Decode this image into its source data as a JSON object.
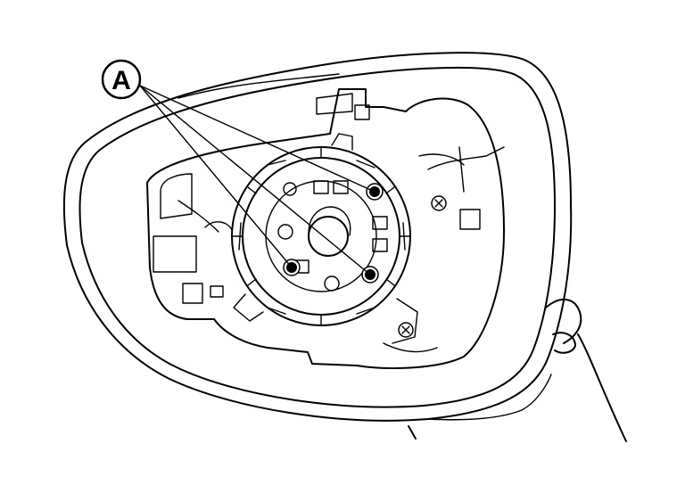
{
  "callout": {
    "label": "A"
  },
  "colors": {
    "line": "#000000",
    "background": "#ffffff"
  },
  "icons": [
    "mirror-housing",
    "mirror-actuator",
    "mounting-screw"
  ]
}
